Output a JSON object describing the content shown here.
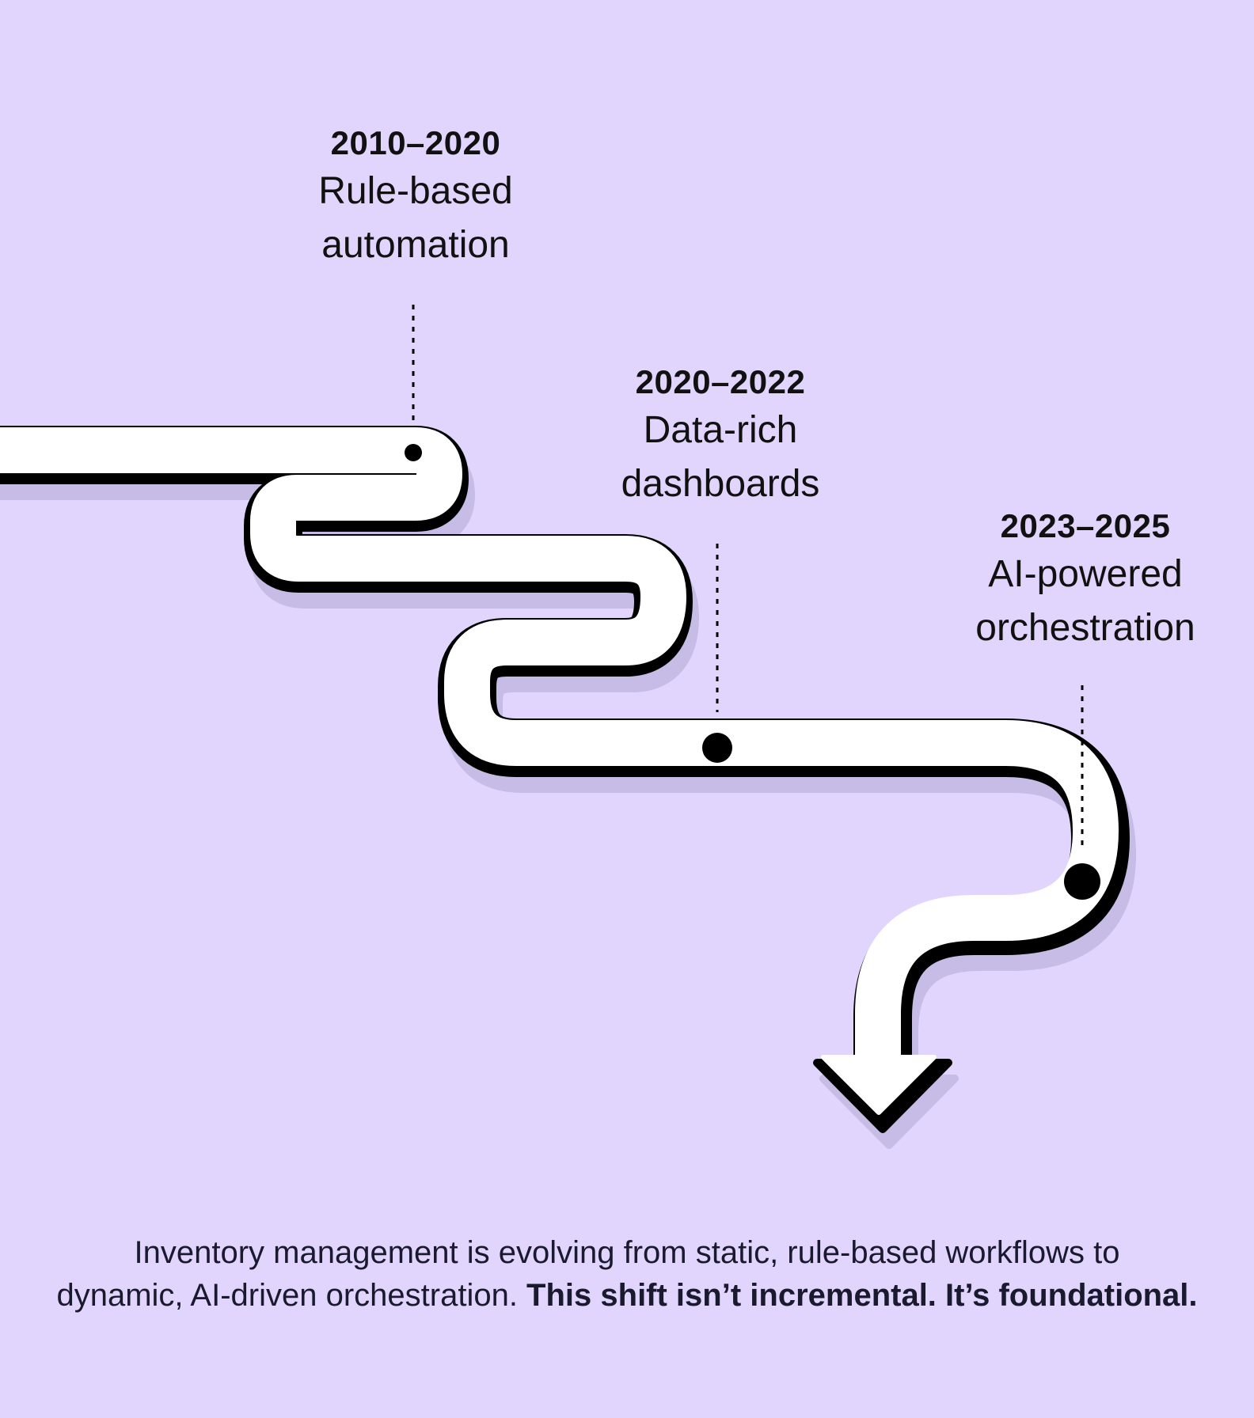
{
  "colors": {
    "background": "#e1d5fd",
    "path_fill": "#ffffff",
    "outline": "#000000",
    "shadow": "#c7bce6"
  },
  "milestones": [
    {
      "period": "2010–2020",
      "label_line1": "Rule-based",
      "label_line2": "automation"
    },
    {
      "period": "2020–2022",
      "label_line1": "Data-rich",
      "label_line2": "dashboards"
    },
    {
      "period": "2023–2025",
      "label_line1": "AI-powered",
      "label_line2": "orchestration"
    }
  ],
  "caption": {
    "line1": "Inventory management is evolving from static, rule-based workflows to",
    "line2_regular": "dynamic, AI-driven orchestration. ",
    "line2_bold": "This shift isn’t incremental. It’s foundational."
  }
}
